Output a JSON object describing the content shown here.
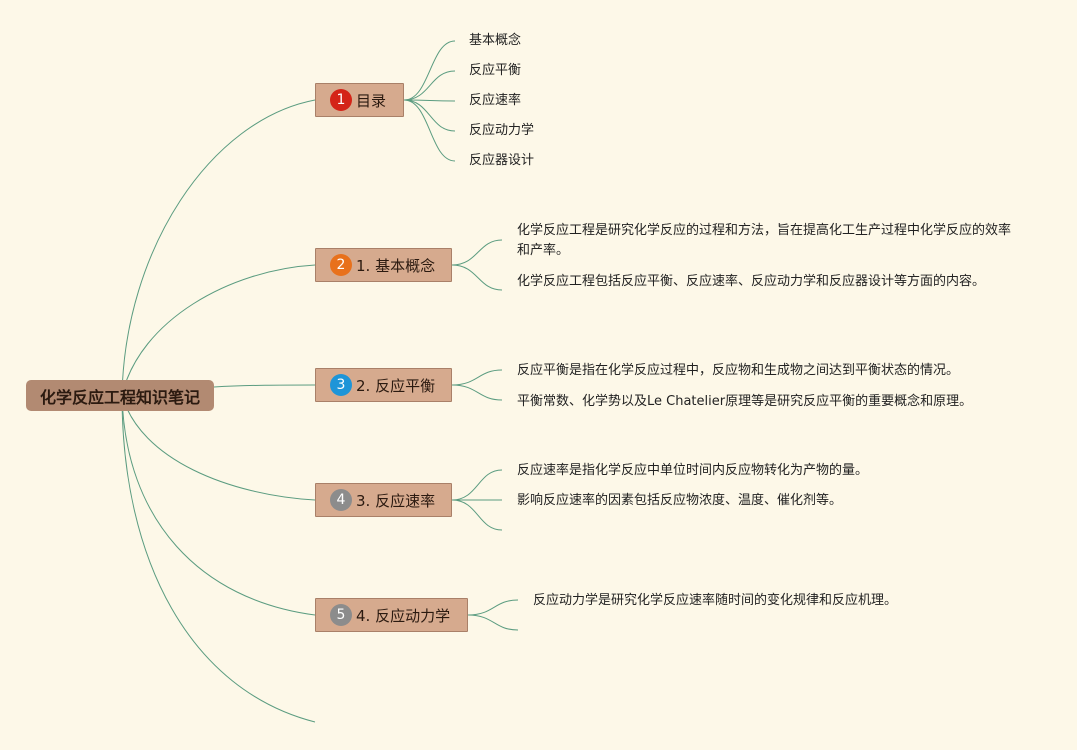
{
  "root": {
    "label": "化学反应工程知识笔记"
  },
  "topics": [
    {
      "number": "1",
      "label": "目录",
      "badge_color": "#d42418",
      "children": [
        "基本概念",
        "反应平衡",
        "反应速率",
        "反应动力学",
        "反应器设计"
      ]
    },
    {
      "number": "2",
      "label": "1. 基本概念",
      "badge_color": "#e8711c",
      "children": [
        "化学反应工程是研究化学反应的过程和方法，旨在提高化工生产过程中化学反应的效率和产率。",
        "化学反应工程包括反应平衡、反应速率、反应动力学和反应器设计等方面的内容。"
      ]
    },
    {
      "number": "3",
      "label": "2. 反应平衡",
      "badge_color": "#1e95d8",
      "children": [
        "反应平衡是指在化学反应过程中，反应物和生成物之间达到平衡状态的情况。",
        "平衡常数、化学势以及Le Chatelier原理等是研究反应平衡的重要概念和原理。"
      ]
    },
    {
      "number": "4",
      "label": "3. 反应速率",
      "badge_color": "#8c8c8c",
      "children": [
        "反应速率是指化学反应中单位时间内反应物转化为产物的量。",
        "影响反应速率的因素包括反应物浓度、温度、催化剂等。"
      ]
    },
    {
      "number": "5",
      "label": "4. 反应动力学",
      "badge_color": "#8c8c8c",
      "children": [
        "反应动力学是研究化学反应速率随时间的变化规律和反应机理。"
      ]
    }
  ],
  "colors": {
    "link": "#5b9c80",
    "background": "#fdf8e8"
  }
}
